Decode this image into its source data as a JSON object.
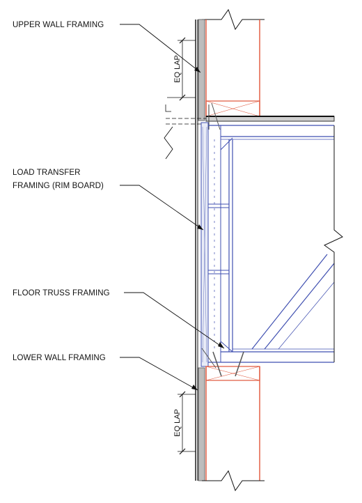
{
  "labels": {
    "upper_wall": "UPPER WALL FRAMING",
    "load_transfer_1": "LOAD TRANSFER",
    "load_transfer_2": "FRAMING (RIM BOARD)",
    "floor_truss": "FLOOR TRUSS FRAMING",
    "lower_wall": "LOWER WALL FRAMING"
  },
  "dimensions": {
    "upper_lap": "EQ LAP",
    "lower_lap": "EQ LAP"
  },
  "colors": {
    "framing": "#e0553a",
    "truss": "#3f4fb0",
    "line": "#111111",
    "sheathing": "#8a8a8a"
  }
}
